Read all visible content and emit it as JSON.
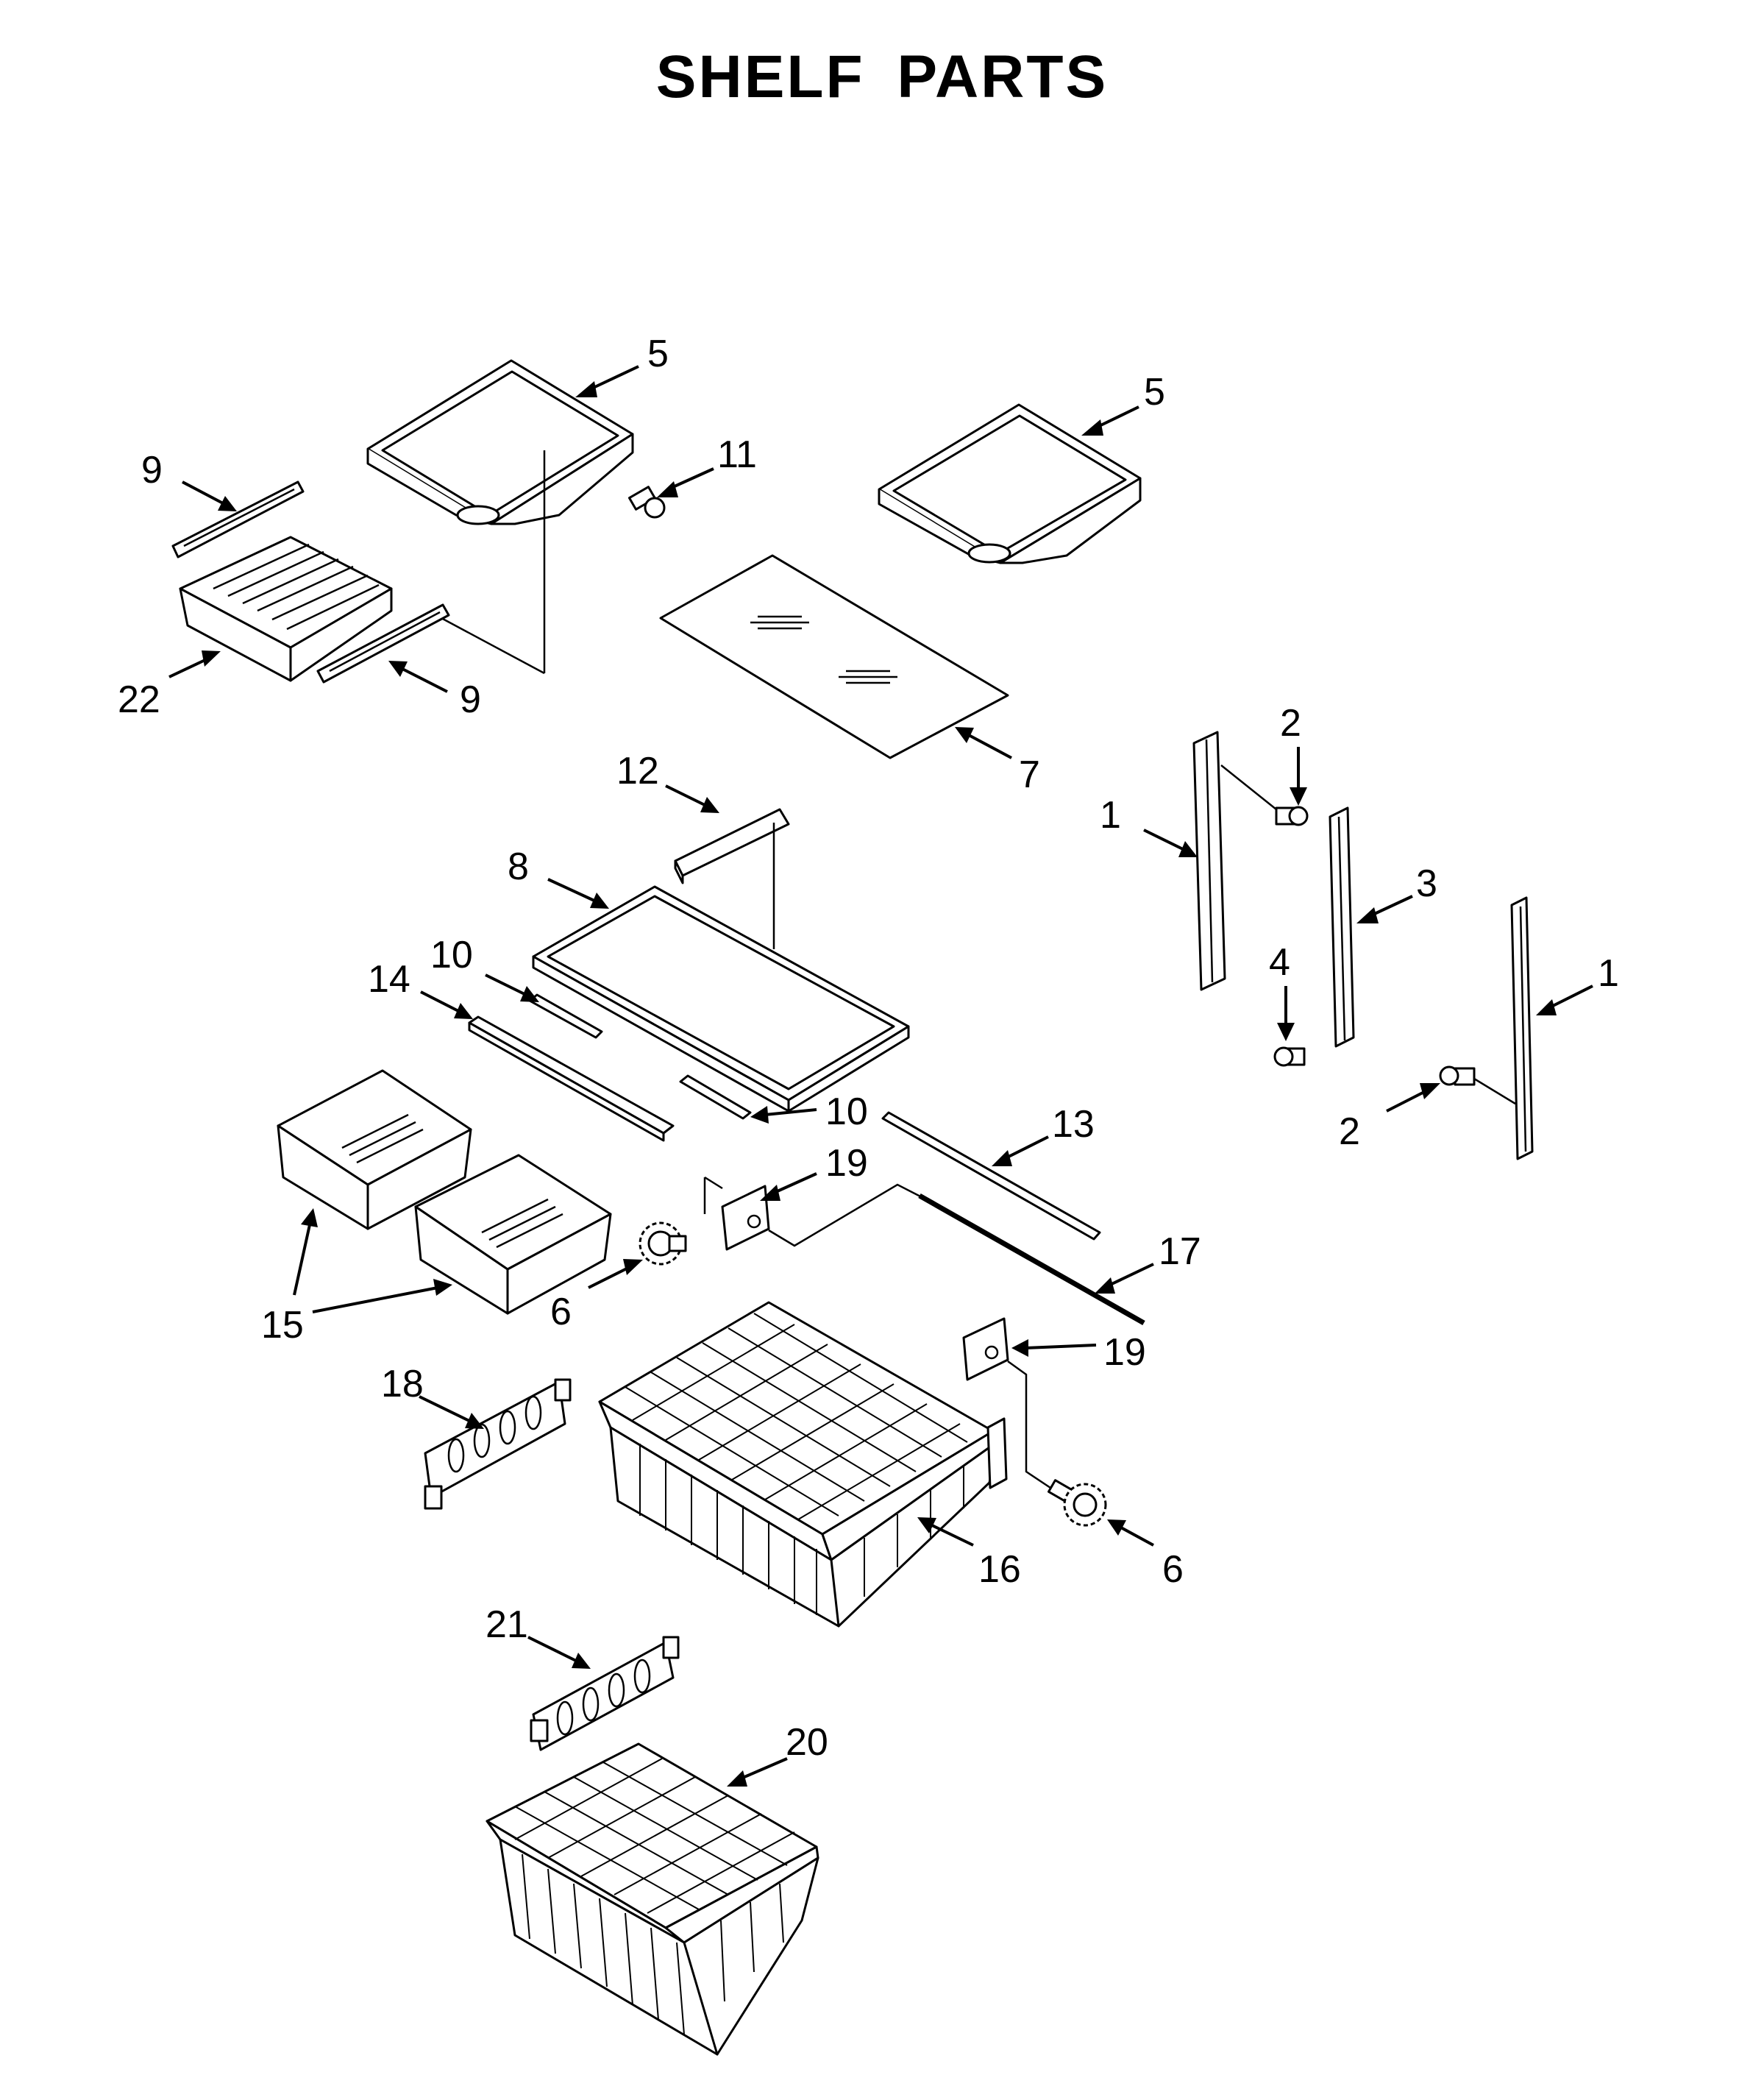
{
  "title": "SHELF PARTS",
  "callouts": [
    {
      "id": "c5a",
      "number": "5"
    },
    {
      "id": "c5b",
      "number": "5"
    },
    {
      "id": "c11",
      "number": "11"
    },
    {
      "id": "c9a",
      "number": "9"
    },
    {
      "id": "c9b",
      "number": "9"
    },
    {
      "id": "c22",
      "number": "22"
    },
    {
      "id": "c7",
      "number": "7"
    },
    {
      "id": "c2a",
      "number": "2"
    },
    {
      "id": "c1a",
      "number": "1"
    },
    {
      "id": "c3",
      "number": "3"
    },
    {
      "id": "c4",
      "number": "4"
    },
    {
      "id": "c1b",
      "number": "1"
    },
    {
      "id": "c2b",
      "number": "2"
    },
    {
      "id": "c12",
      "number": "12"
    },
    {
      "id": "c8",
      "number": "8"
    },
    {
      "id": "c10a",
      "number": "10"
    },
    {
      "id": "c14",
      "number": "14"
    },
    {
      "id": "c10b",
      "number": "10"
    },
    {
      "id": "c13",
      "number": "13"
    },
    {
      "id": "c19a",
      "number": "19"
    },
    {
      "id": "c17",
      "number": "17"
    },
    {
      "id": "c15",
      "number": "15"
    },
    {
      "id": "c6a",
      "number": "6"
    },
    {
      "id": "c19b",
      "number": "19"
    },
    {
      "id": "c18",
      "number": "18"
    },
    {
      "id": "c16",
      "number": "16"
    },
    {
      "id": "c6b",
      "number": "6"
    },
    {
      "id": "c21",
      "number": "21"
    },
    {
      "id": "c20",
      "number": "20"
    }
  ]
}
